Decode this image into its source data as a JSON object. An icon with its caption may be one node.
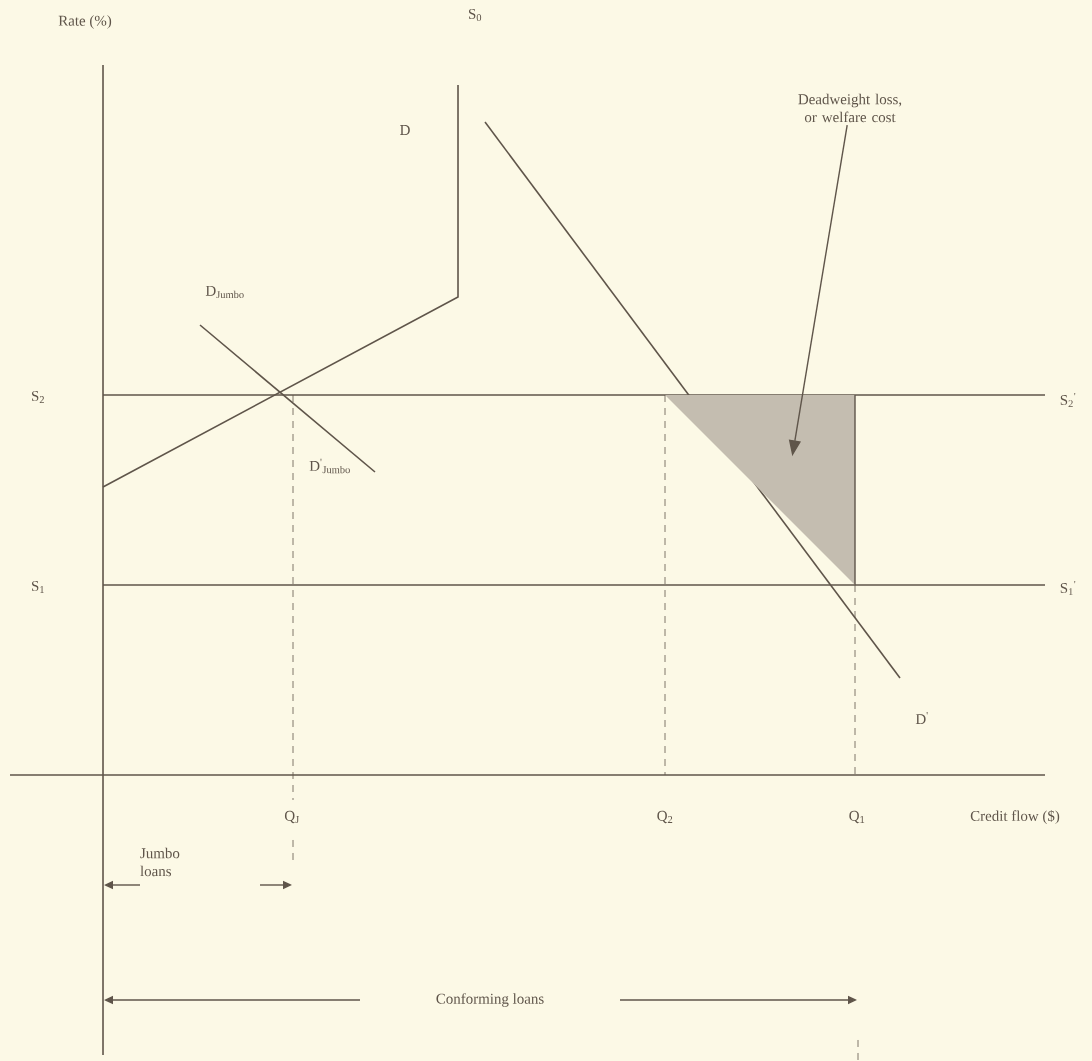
{
  "diagram": {
    "nodes": [
      {
        "text": [
          "Deadweight loss, or welfare cost"
        ]
      },
      {
        "text": [],
        "shape": "triangle"
      }
    ],
    "edges": [
      {
        "from": 0,
        "to": 1,
        "arrow": "to"
      }
    ],
    "labels": [
      "Rate (%)",
      "S$_{0}$",
      "D",
      "D$_{Jumbo}$",
      "S$_{2}$",
      "S$_{2}$$^{'}$",
      "D$^{'}$$_{Jumbo}$",
      "S$_{1}$",
      "S$_{1}$$^{'}$",
      "D$^{'}$",
      "Q$_{J}$",
      "Q$_{2}$",
      "Q$_{1}$",
      "Credit flow ($)",
      "Jumbo loans",
      "Conforming loans"
    ]
  }
}
